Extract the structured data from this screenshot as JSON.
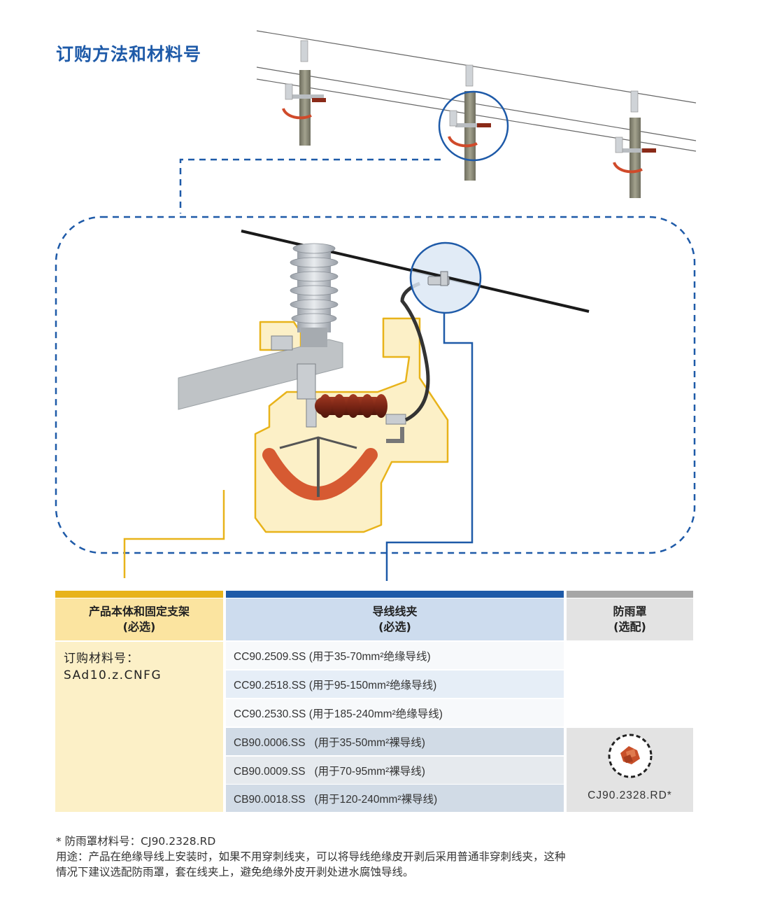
{
  "title": "订购方法和材料号",
  "table": {
    "col1": {
      "header_line1": "产品本体和固定支架",
      "header_line2": "(必选)",
      "order_label": "订购材料号：",
      "order_value": "SAd10.z.CNFG",
      "bar_color": "#e8b31a"
    },
    "col2": {
      "header_line1": "导线线夹",
      "header_line2": "(必选)",
      "bar_color": "#1e5aa8"
    },
    "col3": {
      "header_line1": "防雨罩",
      "header_line2": "(选配)",
      "bar_color": "#a6a6a6",
      "cap_code": "CJ90.2328.RD*"
    },
    "rows": [
      {
        "text": "CC90.2509.SS (用于35-70mm²绝缘导线)"
      },
      {
        "text": "CC90.2518.SS (用于95-150mm²绝缘导线)"
      },
      {
        "text": "CC90.2530.SS (用于185-240mm²绝缘导线)"
      },
      {
        "text": "CB90.0006.SS   (用于35-50mm²裸导线)"
      },
      {
        "text": "CB90.0009.SS   (用于70-95mm²裸导线)"
      },
      {
        "text": "CB90.0018.SS   (用于120-240mm²裸导线)"
      }
    ]
  },
  "notes": {
    "line1": "* 防雨罩材料号：CJ90.2328.RD",
    "line2": "用途：产品在绝缘导线上安装时，如果不用穿刺线夹，可以将导线绝缘皮开剥后采用普通非穿刺线夹，这种",
    "line3": "情况下建议选配防雨罩，套在线夹上，避免绝缘外皮开剥处进水腐蚀导线。"
  },
  "colors": {
    "brand_blue": "#1e5aa8",
    "highlight_yellow": "#e8b31a",
    "cap_red": "#c8502a"
  }
}
